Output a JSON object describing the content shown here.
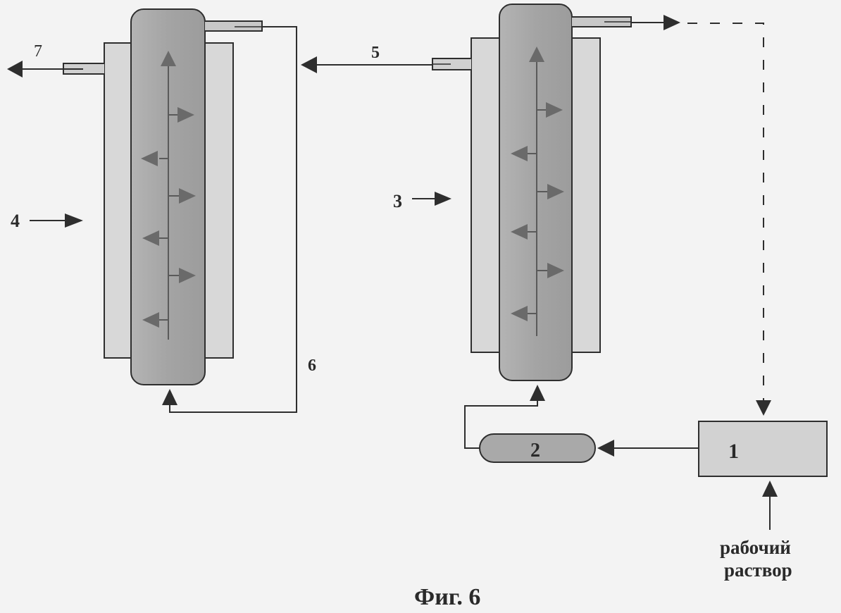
{
  "labels": {
    "n1": "1",
    "n2": "2",
    "n3": "3",
    "n4": "4",
    "n5": "5",
    "n6": "6",
    "n7": "7",
    "working_solution_line1": "рабочий",
    "working_solution_line2": "раствор",
    "caption": "Фиг. 6"
  },
  "colors": {
    "background": "#f3f3f3",
    "line": "#2e2e2e",
    "jacket": "#d8d8d8",
    "column": "#a9a9a9",
    "inner_arrow": "#6a6a6a",
    "tank": "#d2d2d2"
  }
}
